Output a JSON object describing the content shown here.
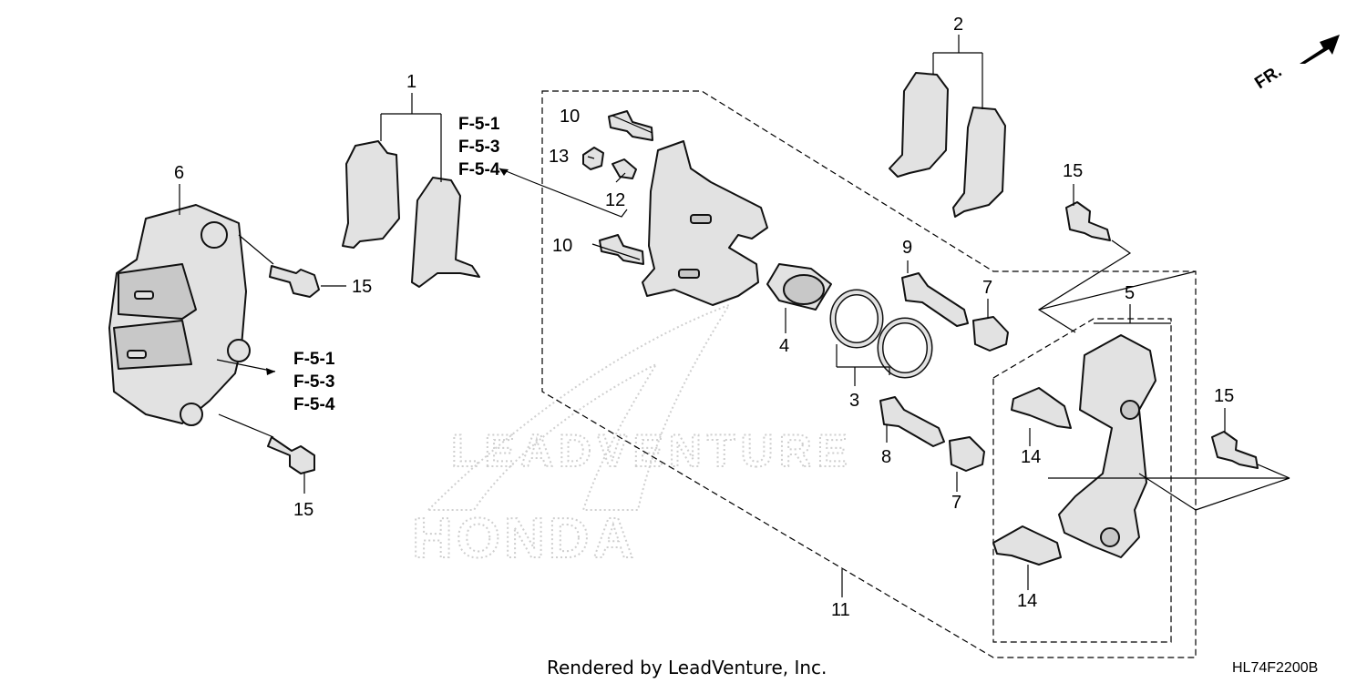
{
  "callouts": {
    "c1": "1",
    "c2": "2",
    "c3": "3",
    "c4": "4",
    "c5": "5",
    "c6": "6",
    "c7a": "7",
    "c7b": "7",
    "c8": "8",
    "c9": "9",
    "c10a": "10",
    "c10b": "10",
    "c11": "11",
    "c12": "12",
    "c13": "13",
    "c14a": "14",
    "c14b": "14",
    "c15a": "15",
    "c15b": "15",
    "c15c": "15",
    "c15d": "15"
  },
  "refs_top": [
    "F-5-1",
    "F-5-3",
    "F-5-4"
  ],
  "refs_left": [
    "F-5-1",
    "F-5-3",
    "F-5-4"
  ],
  "direction_label": "FR.",
  "watermarks": {
    "brand": "LEADVENTURE",
    "maker": "HONDA"
  },
  "footer": {
    "rendered_by": "Rendered by LeadVenture, Inc.",
    "diagram_code": "HL74F2200B"
  }
}
